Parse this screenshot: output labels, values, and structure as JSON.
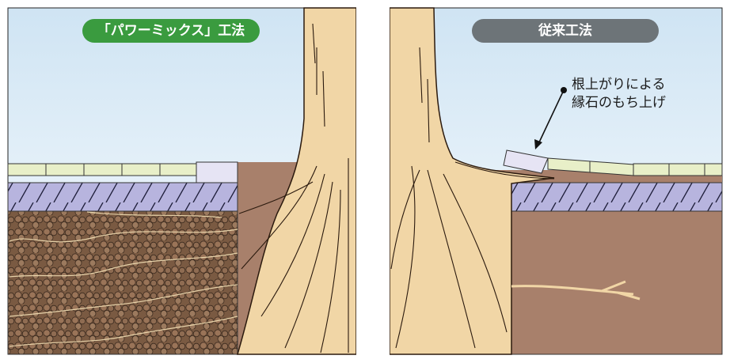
{
  "labels": {
    "left_method": "「パワーミックス」工法",
    "right_method": "従来工法",
    "callout_line1": "根上がりによる",
    "callout_line2": "縁石のもち上げ"
  },
  "colors": {
    "sky_top": "#cfe4f3",
    "sky_bottom": "#fbfdff",
    "soil": "#a8806b",
    "powermix_soil": "#7a5a42",
    "root": "#f1d6a6",
    "root_line": "#2b1a0e",
    "curb": "#e8efc8",
    "base_layer": "#b7b4de",
    "left_pill": "#3a9b3f",
    "right_pill": "#6d7478"
  }
}
